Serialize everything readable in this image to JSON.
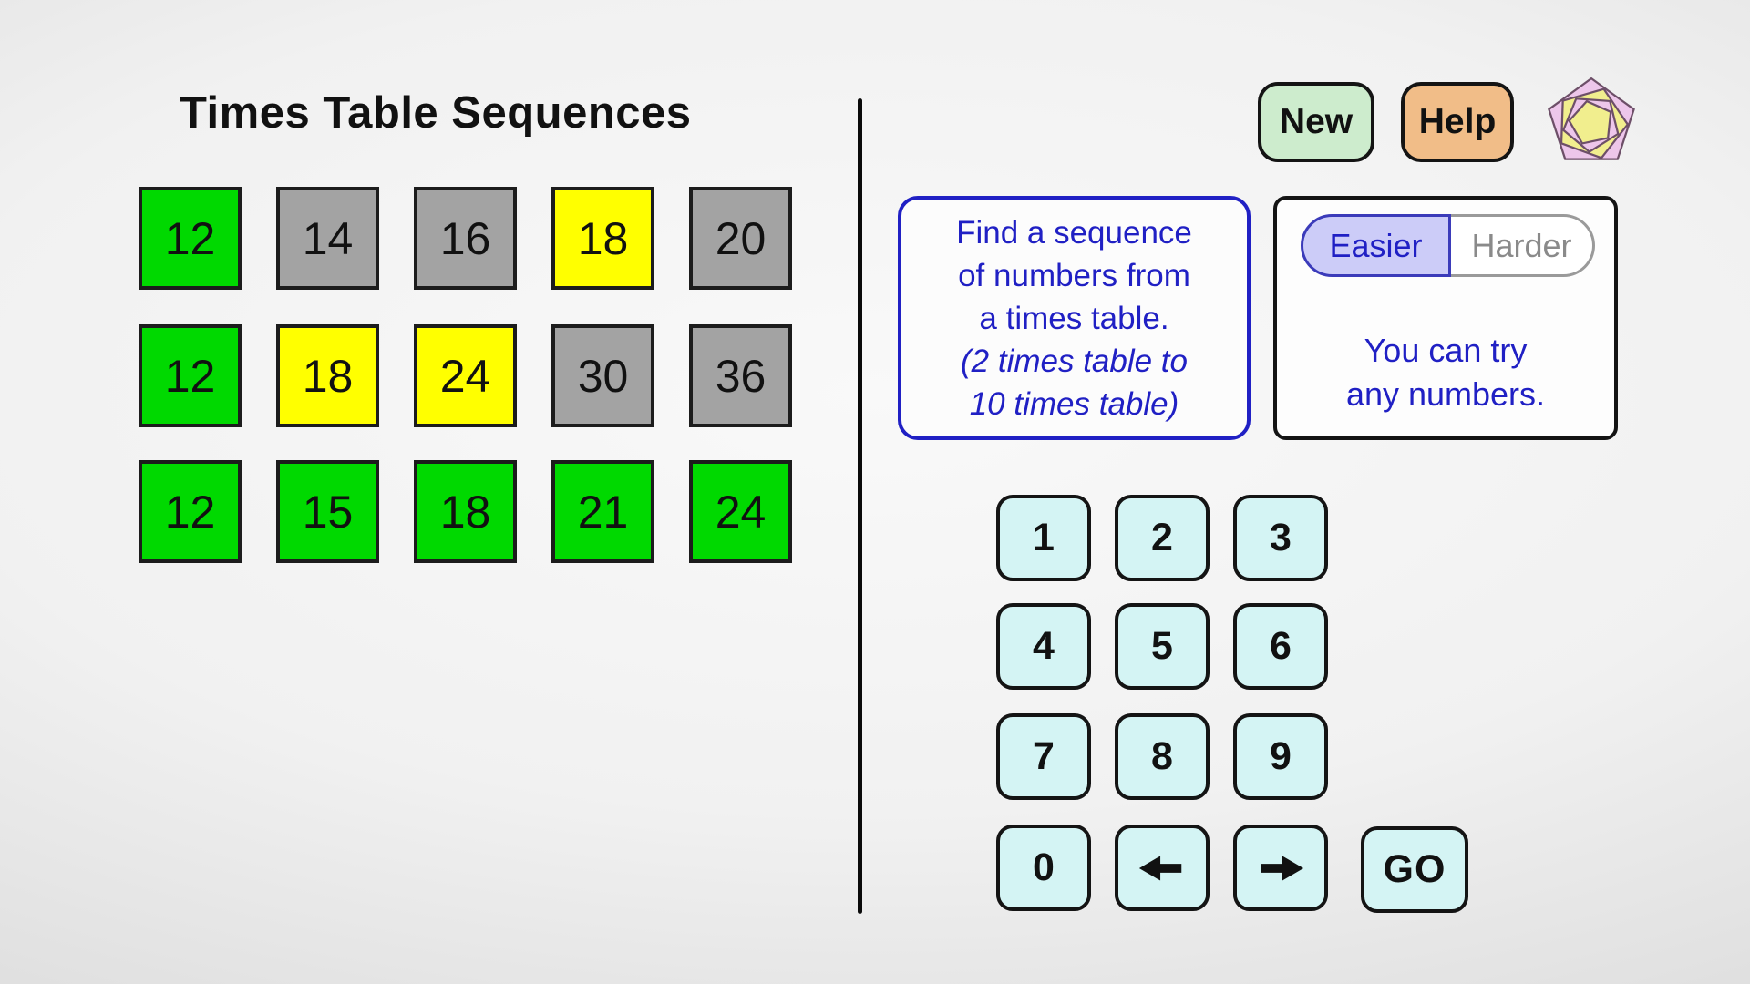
{
  "title": "Times Table Sequences",
  "header": {
    "new_label": "New",
    "help_label": "Help",
    "logo_name": "transum-pentagon-logo"
  },
  "grid": {
    "rows": [
      {
        "tiles": [
          {
            "value": "12",
            "color": "green"
          },
          {
            "value": "14",
            "color": "gray"
          },
          {
            "value": "16",
            "color": "gray"
          },
          {
            "value": "18",
            "color": "yellow"
          },
          {
            "value": "20",
            "color": "gray"
          }
        ]
      },
      {
        "tiles": [
          {
            "value": "12",
            "color": "green"
          },
          {
            "value": "18",
            "color": "yellow"
          },
          {
            "value": "24",
            "color": "yellow"
          },
          {
            "value": "30",
            "color": "gray"
          },
          {
            "value": "36",
            "color": "gray"
          }
        ]
      },
      {
        "tiles": [
          {
            "value": "12",
            "color": "green"
          },
          {
            "value": "15",
            "color": "green"
          },
          {
            "value": "18",
            "color": "green"
          },
          {
            "value": "21",
            "color": "green"
          },
          {
            "value": "24",
            "color": "green"
          }
        ]
      }
    ]
  },
  "instructions": {
    "line1": "Find a sequence",
    "line2": "of numbers from",
    "line3": "a times table.",
    "line4": "(2 times table to",
    "line5": "10 times table)"
  },
  "difficulty": {
    "easier_label": "Easier",
    "harder_label": "Harder",
    "selected": "Easier",
    "hint_line1": "You can try",
    "hint_line2": "any numbers."
  },
  "keypad": {
    "keys": [
      "1",
      "2",
      "3",
      "4",
      "5",
      "6",
      "7",
      "8",
      "9",
      "0"
    ],
    "left_arrow": "left-arrow",
    "right_arrow": "right-arrow",
    "go_label": "GO"
  },
  "colors": {
    "tile-green": "#00d900",
    "tile-yellow": "#ffff00",
    "tile-gray": "#a3a3a3",
    "accent-blue": "#2020c4",
    "easier-fill": "#ccccf8",
    "easier-border": "#3b3bba",
    "harder-text": "#8a8a8a",
    "keypad-fill": "#d4f4f4",
    "new-fill": "#cdeccd",
    "help-fill": "#f1bd88"
  }
}
